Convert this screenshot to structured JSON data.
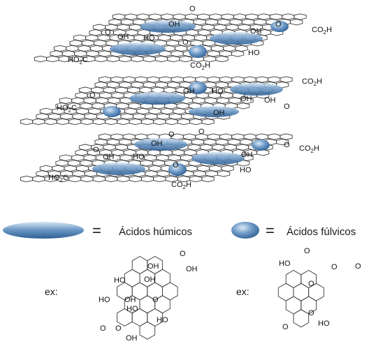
{
  "legend": {
    "humic_label": "Ácidos húmicos",
    "fulvic_label": "Ácidos fúlvicos",
    "equals": "="
  },
  "examples": {
    "left_prefix": "ex:",
    "right_prefix": "ex:"
  },
  "labels": {
    "co2h": "CO",
    "co2h_sub": "2",
    "co2h_end": "H",
    "ho2c_start": "HO",
    "ho2c_sub": "2",
    "ho2c_end": "C",
    "oh": "OH",
    "ho": "HO",
    "o": "O"
  },
  "colors": {
    "ellipse_dark": "#2f5f93",
    "ellipse_mid": "#6f9bc8",
    "ellipse_light": "#d8e6f3",
    "bond": "#3a3a3a"
  }
}
